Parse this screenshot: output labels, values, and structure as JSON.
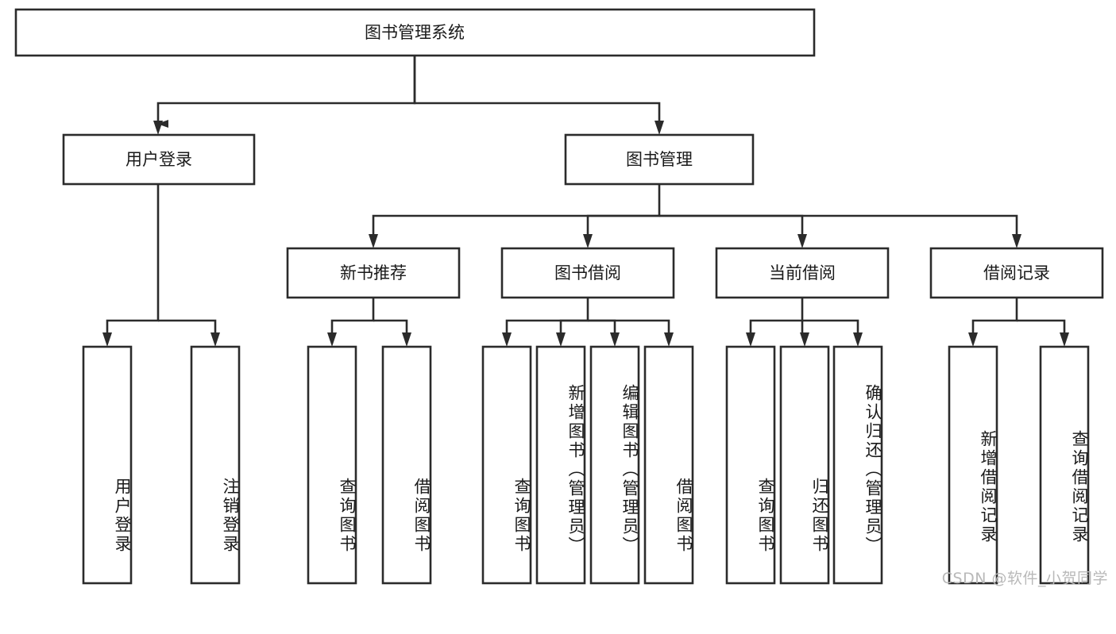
{
  "diagram": {
    "title": "图书管理系统",
    "type": "tree-hierarchy-chart",
    "watermark": "CSDN @软件_小贺同学",
    "colors": {
      "box_stroke": "#2b2b2b",
      "box_fill": "#ffffff",
      "text": "#1a1a1a",
      "connector": "#2b2b2b",
      "watermark": "#b9b9b9",
      "background": "#ffffff"
    },
    "levels": {
      "root": {
        "label": "图书管理系统",
        "orientation": "horizontal"
      },
      "level2": [
        {
          "id": "user-login",
          "label": "用户登录",
          "orientation": "horizontal"
        },
        {
          "id": "book-management",
          "label": "图书管理",
          "orientation": "horizontal"
        }
      ],
      "level3": [
        {
          "id": "new-book-recommend",
          "label": "新书推荐",
          "orientation": "horizontal",
          "parent": "book-management"
        },
        {
          "id": "book-borrow",
          "label": "图书借阅",
          "orientation": "horizontal",
          "parent": "book-management"
        },
        {
          "id": "current-borrow",
          "label": "当前借阅",
          "orientation": "horizontal",
          "parent": "book-management"
        },
        {
          "id": "borrow-record",
          "label": "借阅记录",
          "orientation": "horizontal",
          "parent": "book-management"
        }
      ],
      "leaves": [
        {
          "id": "leaf-user-login",
          "label": "用户登录",
          "orientation": "vertical",
          "parent": "user-login"
        },
        {
          "id": "leaf-logout-login",
          "label": "注销登录",
          "orientation": "vertical",
          "parent": "user-login"
        },
        {
          "id": "leaf-query-book-1",
          "label": "查询图书",
          "orientation": "vertical",
          "parent": "new-book-recommend"
        },
        {
          "id": "leaf-borrow-book-1",
          "label": "借阅图书",
          "orientation": "vertical",
          "parent": "new-book-recommend"
        },
        {
          "id": "leaf-query-book-2",
          "label": "查询图书",
          "orientation": "vertical",
          "parent": "book-borrow"
        },
        {
          "id": "leaf-add-book",
          "label": "新增图书（管理员）",
          "orientation": "vertical",
          "parent": "book-borrow"
        },
        {
          "id": "leaf-edit-book",
          "label": "编辑图书（管理员）",
          "orientation": "vertical",
          "parent": "book-borrow"
        },
        {
          "id": "leaf-borrow-book-2",
          "label": "借阅图书",
          "orientation": "vertical",
          "parent": "book-borrow"
        },
        {
          "id": "leaf-query-book-3",
          "label": "查询图书",
          "orientation": "vertical",
          "parent": "current-borrow"
        },
        {
          "id": "leaf-return-book",
          "label": "归还图书",
          "orientation": "vertical",
          "parent": "current-borrow"
        },
        {
          "id": "leaf-confirm-return",
          "label": "确认归还（管理员）",
          "orientation": "vertical",
          "parent": "current-borrow"
        },
        {
          "id": "leaf-add-record",
          "label": "新增借阅记录",
          "orientation": "vertical",
          "parent": "borrow-record"
        },
        {
          "id": "leaf-query-record",
          "label": "查询借阅记录",
          "orientation": "vertical",
          "parent": "borrow-record"
        }
      ]
    }
  }
}
